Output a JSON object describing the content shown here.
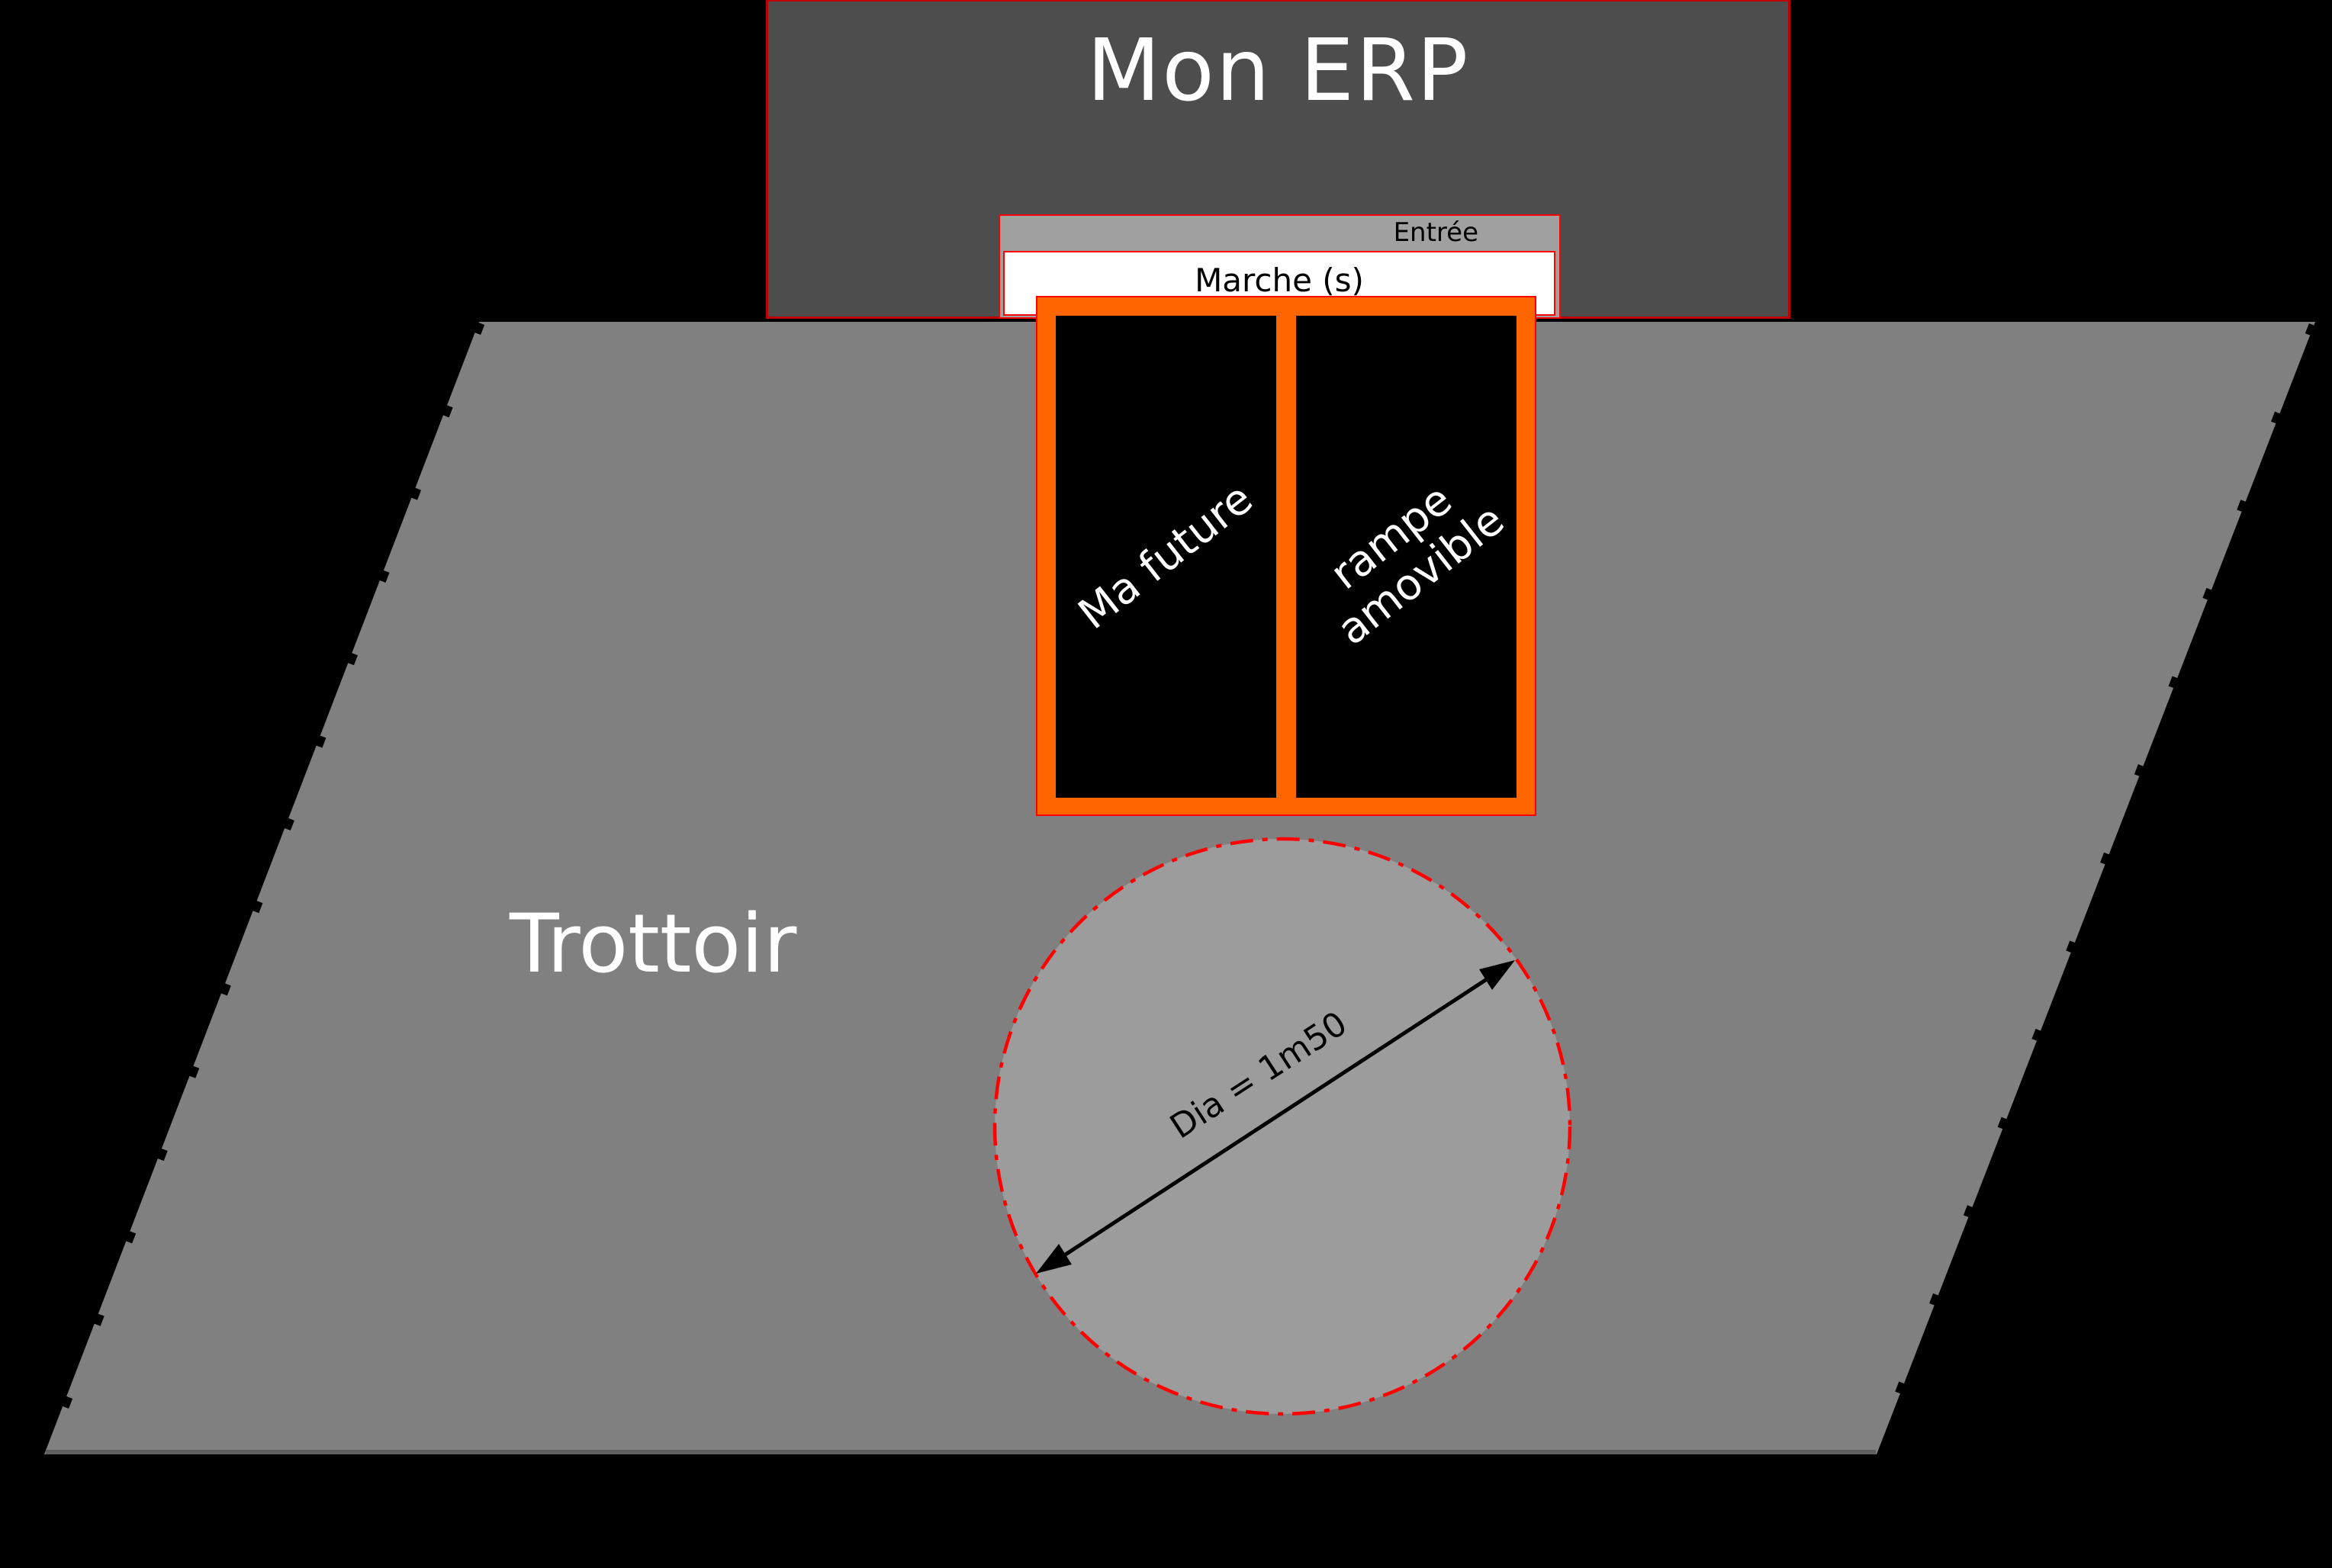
{
  "scene": {
    "background_color": "#000000",
    "building": {
      "label": "Mon ERP",
      "fill": "#4D4D4D",
      "border_color": "#C00000",
      "text_color": "#FFFFFF"
    },
    "entrance_strip": {
      "label": "Entrée",
      "fill": "#A0A0A0",
      "border_color": "#FF0000",
      "text_color": "#000000"
    },
    "steps_strip": {
      "label": "Marche (s)",
      "fill": "#FFFFFF",
      "border_color": "#FF0000",
      "text_color": "#000000"
    },
    "ramp_frame": {
      "left_label": "Ma future",
      "right_label_line1": "rampe",
      "right_label_line2": "amovible",
      "frame_color": "#FF6600",
      "outline_color": "#FF0000",
      "panel_color": "#000000",
      "text_color": "#FFFFFF"
    },
    "sidewalk": {
      "label": "Trottoir",
      "fill": "#808080",
      "edge_notch_color": "#000000",
      "text_color": "#FFFFFF"
    },
    "clearance_circle": {
      "dimension_label": "Dia = 1m50",
      "fill": "#9C9C9C",
      "border_color": "#FF0000",
      "arrow_color": "#000000",
      "label_color": "#000000"
    }
  }
}
